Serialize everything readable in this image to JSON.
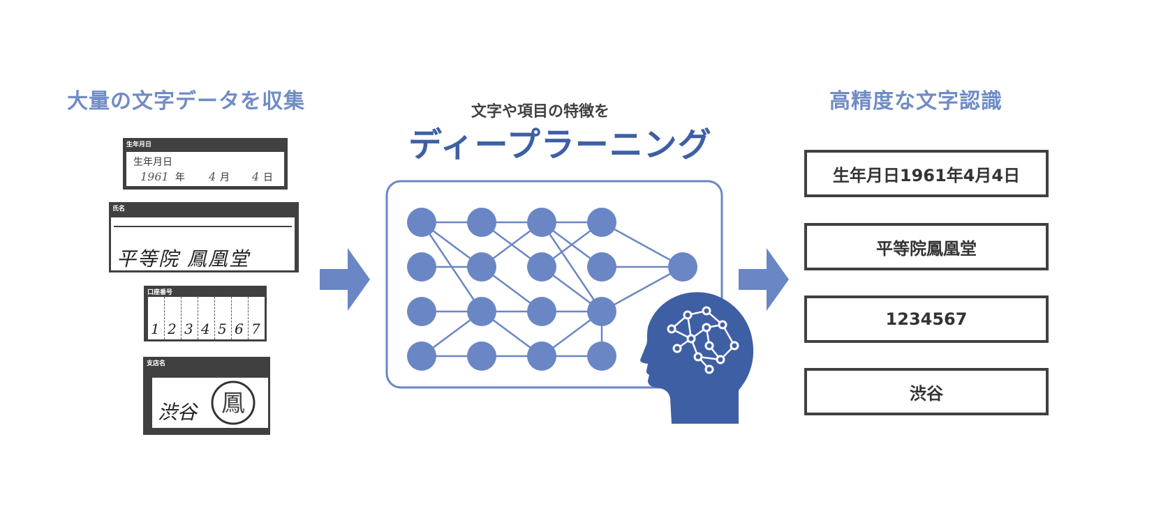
{
  "left_heading": "大量の文字データを収集",
  "center_subtitle": "文字や項目の特徴を",
  "center_title": "ディープラーニング",
  "right_heading": "高精度な文字認識",
  "forms": {
    "birthdate": {
      "label": "生年月日",
      "field_label": "生年月日",
      "year_hand": "1961",
      "year_unit": "年",
      "month_hand": "4",
      "month_unit": "月",
      "day_hand": "4",
      "day_unit": "日"
    },
    "name": {
      "label": "氏名",
      "handwriting": "平等院 鳳凰堂"
    },
    "account": {
      "label": "口座番号",
      "digits": [
        "1",
        "2",
        "3",
        "4",
        "5",
        "6",
        "7"
      ]
    },
    "branch": {
      "label": "支店名",
      "handwriting": "渋谷",
      "seal_text": "鳳"
    }
  },
  "results": [
    "生年月日1961年4月4日",
    "平等院鳳凰堂",
    "1234567",
    "渋谷"
  ],
  "colors": {
    "accent_light": "#6f8cc6",
    "accent_dark": "#3f5fa4",
    "node": "#6a86c4",
    "form_dark": "#404040"
  },
  "icons": [
    "right-arrow-icon",
    "ai-head-icon",
    "seal-icon"
  ]
}
